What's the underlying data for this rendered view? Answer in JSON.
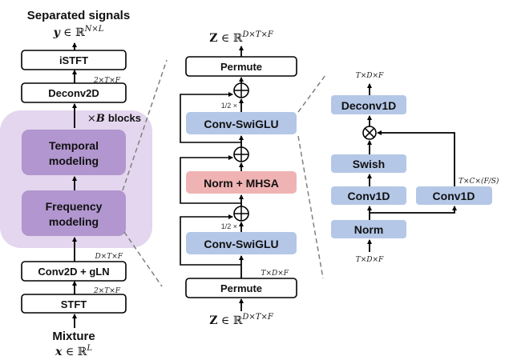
{
  "colors": {
    "region": "#e3d6ee",
    "purple_block": "#b296cf",
    "blue_block": "#b4c7e7",
    "red_block": "#f0b3b3",
    "line": "#000000",
    "dash": "#808080"
  },
  "left": {
    "output_title": "Separated signals",
    "output_math_var": "y",
    "output_math_set": "∈ ℝ",
    "output_math_sup": "N×L",
    "istft": "iSTFT",
    "deconv2d": "Deconv2D",
    "deconv2d_dim": "2×T×F",
    "blocks_label_x": "×",
    "blocks_label_b": "B",
    "blocks_label_text": "blocks",
    "temporal_line1": "Temporal",
    "temporal_line2": "modeling",
    "frequency_line1": "Frequency",
    "frequency_line2": "modeling",
    "conv2d_dim": "D×T×F",
    "conv2d": "Conv2D + gLN",
    "stft_dim": "2×T×F",
    "stft": "STFT",
    "input_title": "Mixture",
    "input_math_var": "x",
    "input_math_set": "∈ ℝ",
    "input_math_sup": "L"
  },
  "middle": {
    "top_math_var": "Z",
    "top_math_set": "∈ ℝ",
    "top_math_sup": "D×T×F",
    "permute_top": "Permute",
    "half_top": "1/2 ×",
    "conv_swiglu_top": "Conv-SwiGLU",
    "norm_mhsa": "Norm + MHSA",
    "half_bottom": "1/2 ×",
    "conv_swiglu_bottom": "Conv-SwiGLU",
    "permute_bottom_dim": "T×D×F",
    "permute_bottom": "Permute",
    "bottom_math_var": "Z",
    "bottom_math_set": "∈ ℝ",
    "bottom_math_sup": "D×T×F",
    "add_symbol": "⊕"
  },
  "right": {
    "top_dim": "T×D×F",
    "deconv1d": "Deconv1D",
    "multiply_symbol": "⊗",
    "swish": "Swish",
    "conv1d_left": "Conv1D",
    "conv1d_right": "Conv1D",
    "conv1d_right_dim": "T×C×(F/S)",
    "norm": "Norm",
    "bottom_dim": "T×D×F"
  }
}
